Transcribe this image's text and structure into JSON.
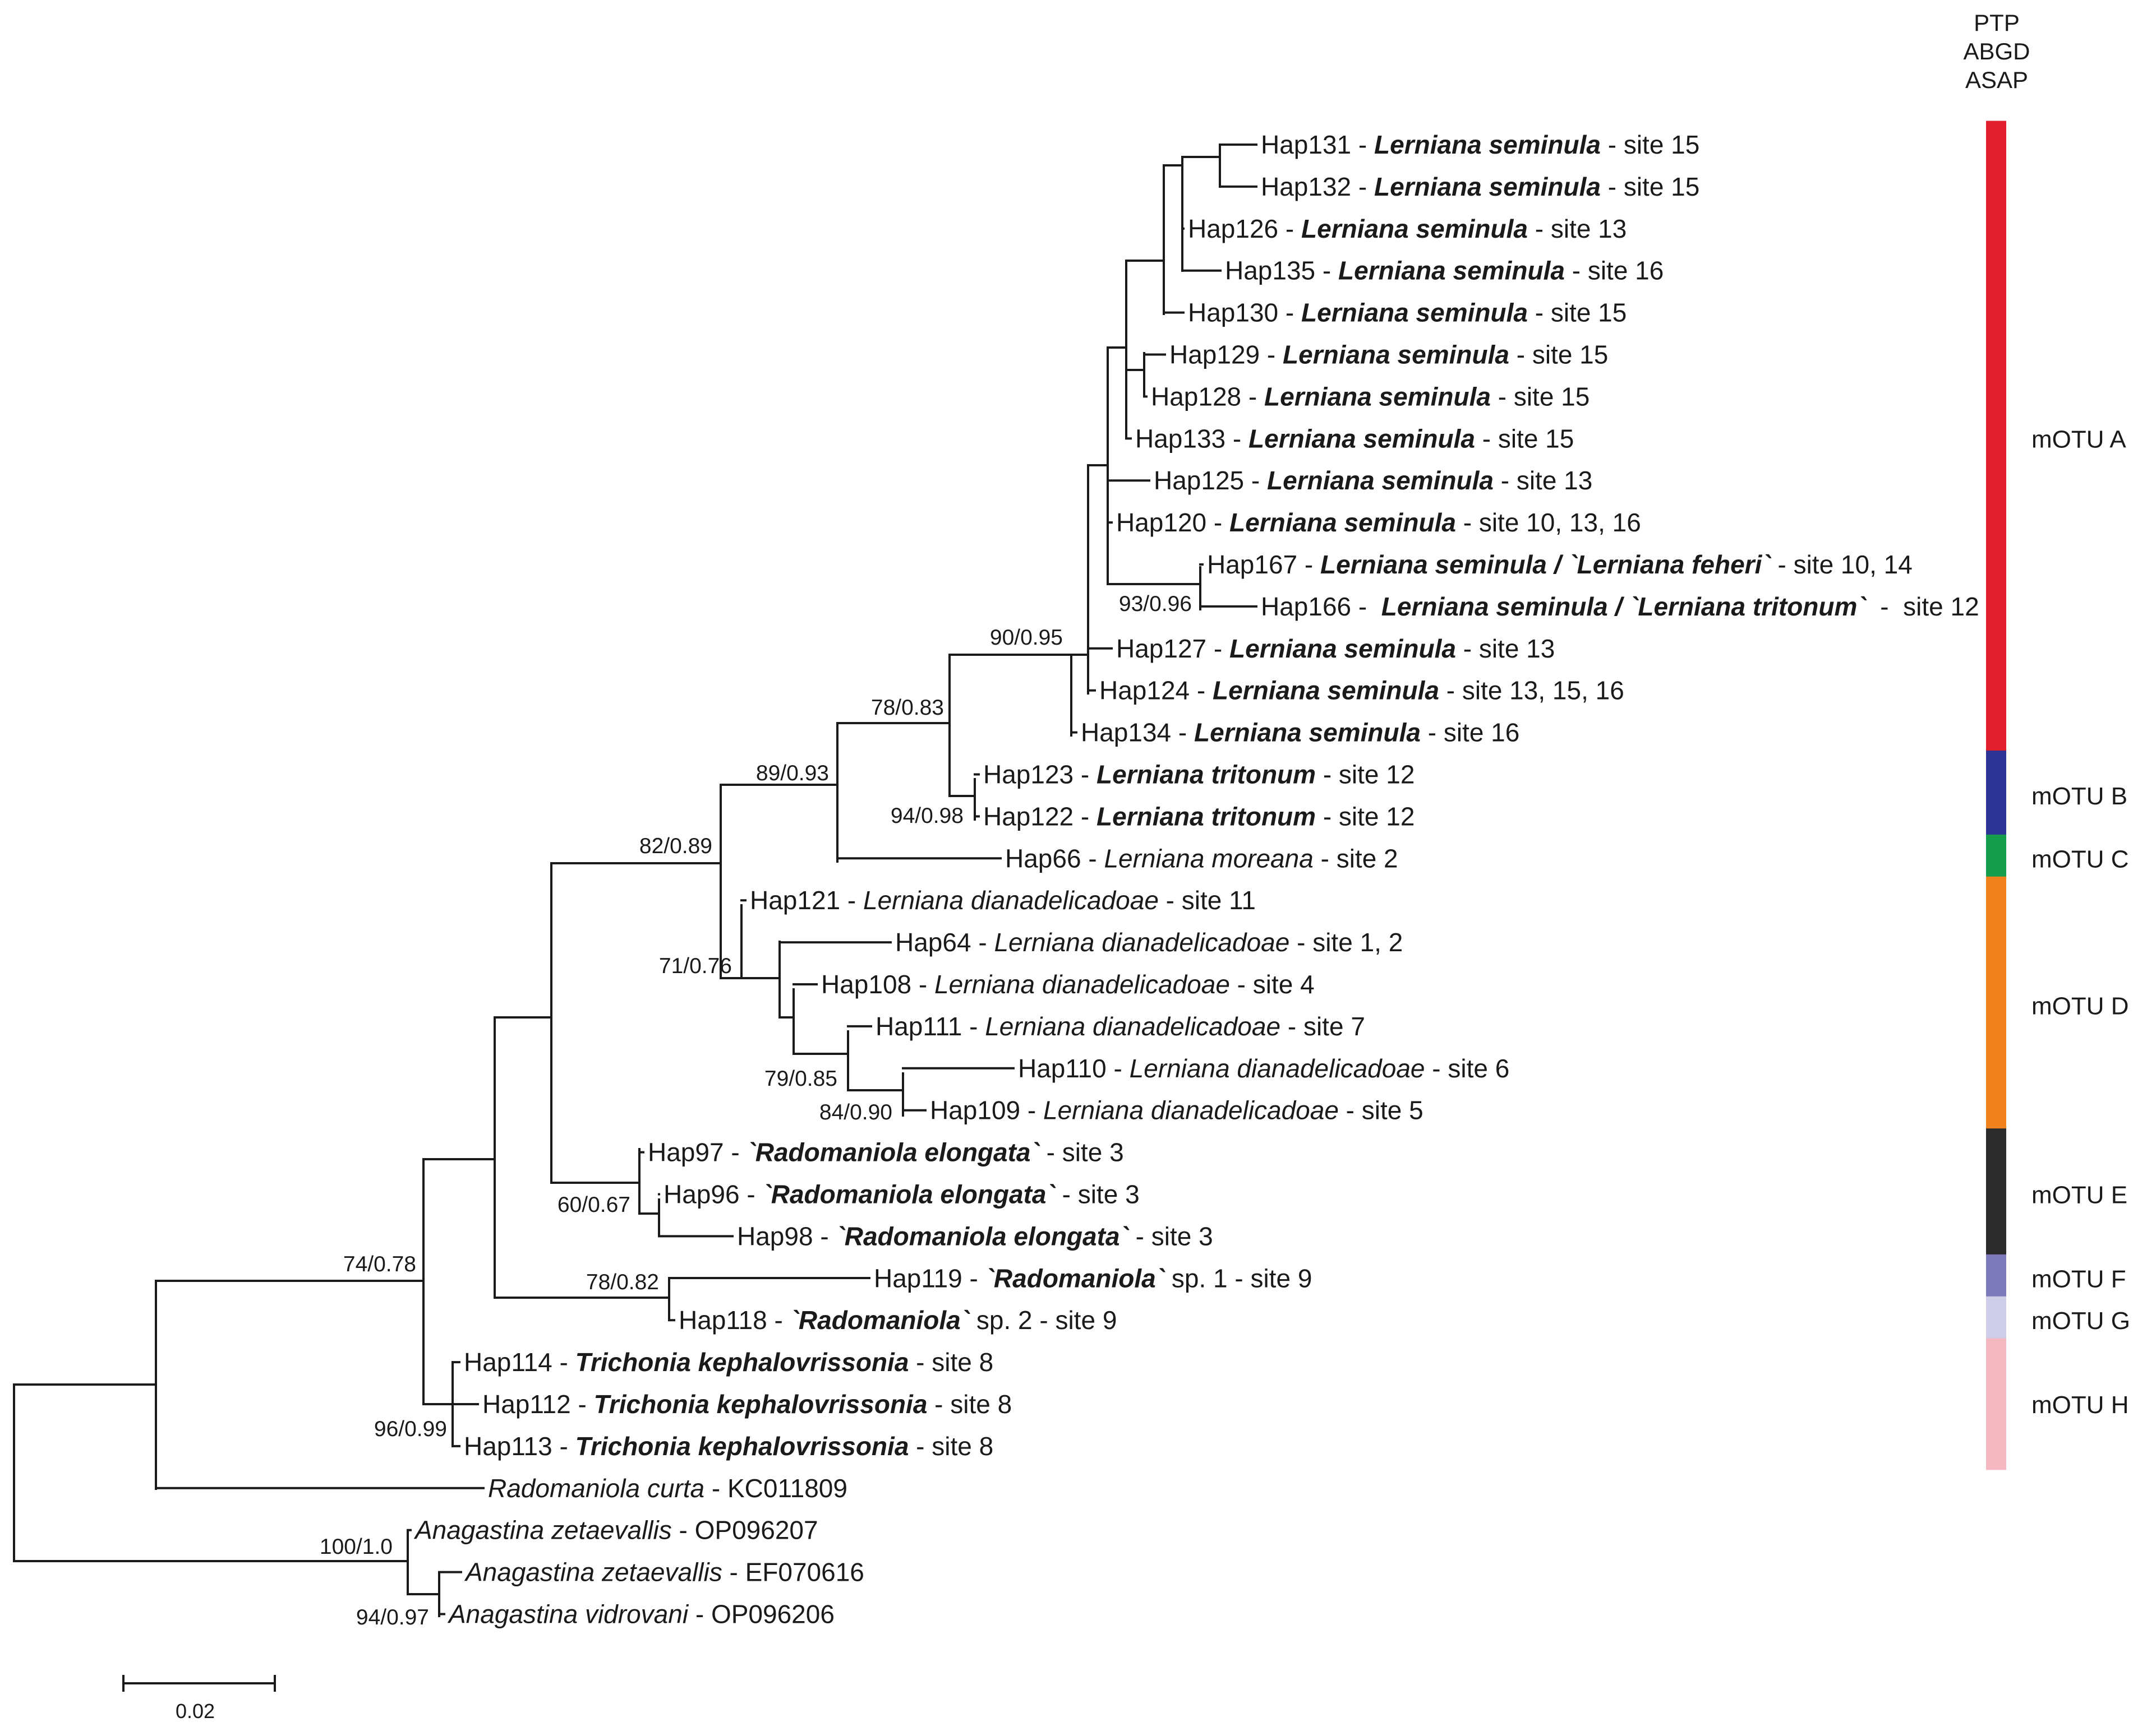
{
  "header": {
    "lines": [
      "PTP",
      "ABGD",
      "ASAP"
    ]
  },
  "scale_bar": {
    "label": "0.02"
  },
  "colors": {
    "mOTU A": "#e01f2d",
    "mOTU B": "#2d3393",
    "mOTU C": "#139d4c",
    "mOTU D": "#f0821e",
    "mOTU E": "#2b2b2b",
    "mOTU F": "#7e79bb",
    "mOTU G": "#cfcde8",
    "mOTU H": "#f4b8c0"
  },
  "motus": [
    {
      "label": "mOTU A",
      "from": 1,
      "to": 15
    },
    {
      "label": "mOTU B",
      "from": 16,
      "to": 17
    },
    {
      "label": "mOTU C",
      "from": 18,
      "to": 18
    },
    {
      "label": "mOTU D",
      "from": 19,
      "to": 24
    },
    {
      "label": "mOTU E",
      "from": 25,
      "to": 27
    },
    {
      "label": "mOTU F",
      "from": 28,
      "to": 28
    },
    {
      "label": "mOTU G",
      "from": 29,
      "to": 29
    },
    {
      "label": "mOTU H",
      "from": 30,
      "to": 32
    }
  ],
  "tips": [
    {
      "name": "Hap131",
      "sep": " - ",
      "species": "Lerniana seminula",
      "bold": true,
      "suffix": " - site 15"
    },
    {
      "name": "Hap132",
      "sep": " - ",
      "species": "Lerniana seminula",
      "bold": true,
      "suffix": " - site 15"
    },
    {
      "name": "Hap126",
      "sep": " - ",
      "species": "Lerniana seminula",
      "bold": true,
      "suffix": " - site 13"
    },
    {
      "name": "Hap135",
      "sep": " - ",
      "species": "Lerniana seminula",
      "bold": true,
      "suffix": " - site 16"
    },
    {
      "name": "Hap130",
      "sep": " - ",
      "species": "Lerniana seminula",
      "bold": true,
      "suffix": " - site 15"
    },
    {
      "name": "Hap129",
      "sep": " - ",
      "species": "Lerniana seminula",
      "bold": true,
      "suffix": " - site 15"
    },
    {
      "name": "Hap128",
      "sep": " - ",
      "species": "Lerniana seminula",
      "bold": true,
      "suffix": " - site 15"
    },
    {
      "name": "Hap133",
      "sep": " - ",
      "species": "Lerniana seminula",
      "bold": true,
      "suffix": " - site 15"
    },
    {
      "name": "Hap125",
      "sep": " - ",
      "species": "Lerniana seminula",
      "bold": true,
      "suffix": " - site 13"
    },
    {
      "name": "Hap120",
      "sep": " - ",
      "species": "Lerniana seminula",
      "bold": true,
      "suffix": " - site 10, 13, 16"
    },
    {
      "name": "Hap167",
      "sep": " - ",
      "species": "Lerniana seminula / `Lerniana feheri`",
      "bold": true,
      "suffix": " - site 10, 14"
    },
    {
      "name": "Hap166",
      "sep": " -  ",
      "species": "Lerniana seminula / `Lerniana tritonum`",
      "bold": true,
      "suffix": "  -  site 12"
    },
    {
      "name": "Hap127",
      "sep": " - ",
      "species": "Lerniana seminula",
      "bold": true,
      "suffix": " - site 13"
    },
    {
      "name": "Hap124",
      "sep": " - ",
      "species": "Lerniana seminula",
      "bold": true,
      "suffix": " - site 13, 15, 16"
    },
    {
      "name": "Hap134",
      "sep": " - ",
      "species": "Lerniana seminula",
      "bold": true,
      "suffix": " - site 16"
    },
    {
      "name": "Hap123",
      "sep": " - ",
      "species": "Lerniana tritonum",
      "bold": true,
      "suffix": " - site 12"
    },
    {
      "name": "Hap122",
      "sep": " - ",
      "species": "Lerniana tritonum",
      "bold": true,
      "suffix": " - site 12"
    },
    {
      "name": "Hap66",
      "sep": " - ",
      "species": "Lerniana moreana",
      "bold": false,
      "suffix": " - site 2"
    },
    {
      "name": "Hap121",
      "sep": " - ",
      "species": "Lerniana dianadelicadoae",
      "bold": false,
      "suffix": " - site 11"
    },
    {
      "name": "Hap64",
      "sep": " - ",
      "species": "Lerniana dianadelicadoae",
      "bold": false,
      "suffix": " - site 1, 2"
    },
    {
      "name": "Hap108",
      "sep": " - ",
      "species": "Lerniana dianadelicadoae",
      "bold": false,
      "suffix": " - site 4"
    },
    {
      "name": "Hap111",
      "sep": " - ",
      "species": "Lerniana dianadelicadoae",
      "bold": false,
      "suffix": " - site 7"
    },
    {
      "name": "Hap110",
      "sep": " - ",
      "species": "Lerniana dianadelicadoae",
      "bold": false,
      "suffix": " - site 6"
    },
    {
      "name": "Hap109",
      "sep": " - ",
      "species": "Lerniana dianadelicadoae",
      "bold": false,
      "suffix": " - site 5"
    },
    {
      "name": "Hap97",
      "sep": " - ",
      "species": "`Radomaniola elongata`",
      "bold": true,
      "suffix": " - site 3"
    },
    {
      "name": "Hap96",
      "sep": " - ",
      "species": "`Radomaniola elongata`",
      "bold": true,
      "suffix": " - site 3"
    },
    {
      "name": "Hap98",
      "sep": " - ",
      "species": "`Radomaniola elongata`",
      "bold": true,
      "suffix": " - site 3"
    },
    {
      "name": "Hap119",
      "sep": " - ",
      "species": "`Radomaniola`",
      "bold": true,
      "suffix": " sp. 1 - site 9"
    },
    {
      "name": "Hap118",
      "sep": " - ",
      "species": "`Radomaniola`",
      "bold": true,
      "suffix": " sp. 2 - site 9"
    },
    {
      "name": "Hap114",
      "sep": " - ",
      "species": "Trichonia kephalovrissonia",
      "bold": true,
      "suffix": " - site 8"
    },
    {
      "name": "Hap112",
      "sep": " - ",
      "species": "Trichonia kephalovrissonia",
      "bold": true,
      "suffix": " - site 8"
    },
    {
      "name": "Hap113",
      "sep": " - ",
      "species": "Trichonia kephalovrissonia",
      "bold": true,
      "suffix": " - site 8"
    },
    {
      "name": "",
      "sep": "",
      "species": "Radomaniola curta",
      "bold": false,
      "suffix": " - KC011809"
    },
    {
      "name": "",
      "sep": "",
      "species": "Anagastina zetaevallis",
      "bold": false,
      "suffix": " - OP096207"
    },
    {
      "name": "",
      "sep": "",
      "species": "Anagastina zetaevallis",
      "bold": false,
      "suffix": " - EF070616"
    },
    {
      "name": "",
      "sep": "",
      "species": "Anagastina vidrovani",
      "bold": false,
      "suffix": " - OP096206"
    }
  ],
  "supports": [
    "90/0.95",
    "93/0.96",
    "78/0.83",
    "94/0.98",
    "89/0.93",
    "82/0.89",
    "71/0.76",
    "79/0.85",
    "84/0.90",
    "60/0.67",
    "78/0.82",
    "74/0.78",
    "96/0.99",
    "100/1.0",
    "94/0.97"
  ]
}
